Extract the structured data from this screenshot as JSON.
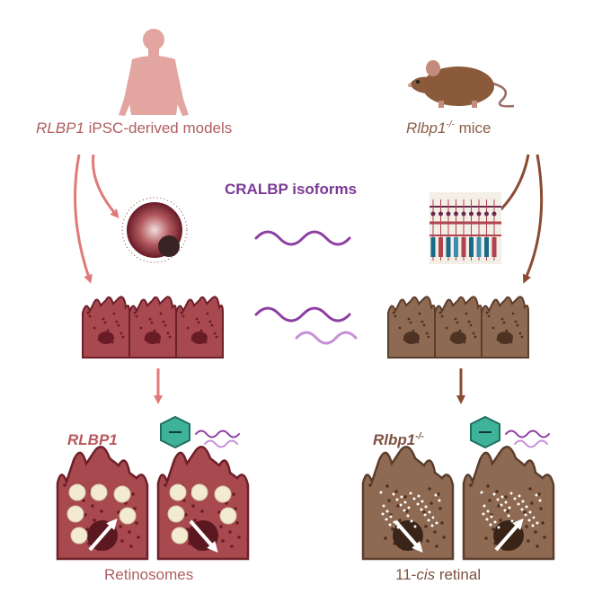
{
  "left_label": {
    "gene": "RLBP1",
    "rest": " iPSC-derived models"
  },
  "right_label": {
    "gene": "Rlbp1",
    "sup": "-/-",
    "rest": " mice"
  },
  "center_label": "CRALBP isoforms",
  "bottom_left": {
    "gene": "RLBP1",
    "caption": "Retinosomes"
  },
  "bottom_right": {
    "gene": "Rlbp1",
    "sup": "-/-",
    "caption_prefix": "11-",
    "caption_italic": "cis",
    "caption_suffix": " retinal"
  },
  "colors": {
    "human": "#e2a5a0",
    "rpe_left": "#a8484f",
    "rpe_right": "#8e6a52",
    "arrow_left": "#e07a78",
    "arrow_right": "#8a4b33",
    "isoform": "#8d3fa3",
    "isoform_light": "#c68fd6",
    "aav": "#3fb39a"
  }
}
